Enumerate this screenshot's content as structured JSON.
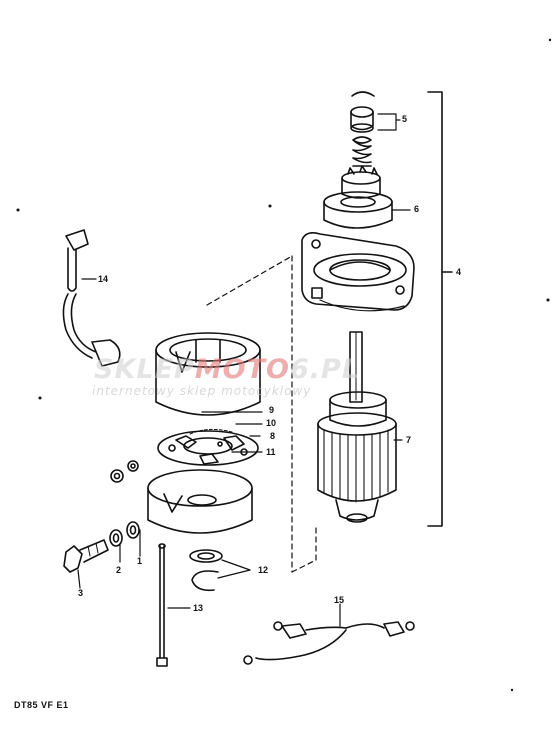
{
  "diagram": {
    "footer_code": "DT85 VF E1",
    "watermark": {
      "prefix": "SKLEP",
      "accent": "MOTO",
      "suffix": "6.PL",
      "subtitle": "internetowy sklep motocyklowy"
    },
    "callouts": {
      "c1": "1",
      "c2": "2",
      "c3": "3",
      "c4": "4",
      "c5": "5",
      "c6": "6",
      "c7": "7",
      "c8": "8",
      "c9": "9",
      "c10": "10",
      "c11": "11",
      "c12": "12",
      "c13": "13",
      "c14": "14",
      "c15": "15"
    },
    "colors": {
      "ink": "#111111",
      "paper": "#ffffff"
    }
  }
}
